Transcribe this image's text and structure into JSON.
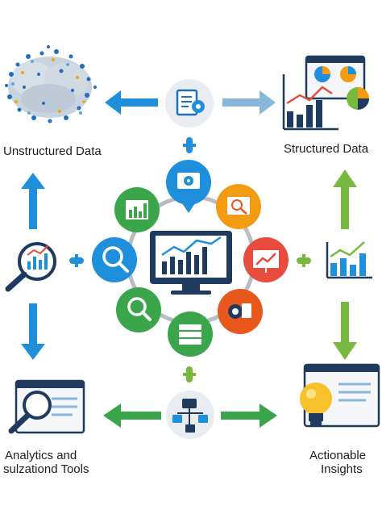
{
  "labels": {
    "unstructured": "Unstructured Data",
    "structured": "Structured Data",
    "analytics_line1": "Analytics and",
    "analytics_line2": "sulzationd Tools",
    "actionable_line1": "Actionable",
    "actionable_line2": "Insights"
  },
  "colors": {
    "blue": "#1f8fdc",
    "light_blue": "#89b7d9",
    "green": "#77b83f",
    "dark_green": "#3aa54a",
    "orange": "#f39c12",
    "red": "#e74c3c",
    "orange_red": "#e8581c",
    "navy": "#1e3a5f",
    "grey": "#b8bdc4"
  },
  "icons": {
    "center": "monitor-chart-icon",
    "top_hub": "document-gear-icon",
    "bottom_hub": "network-flow-icon",
    "ring": [
      "line-chart-icon",
      "gear-monitor-icon",
      "image-search-icon",
      "presentation-chart-icon",
      "gear-document-icon",
      "server-icon",
      "magnifier-icon",
      "search-icon"
    ]
  }
}
